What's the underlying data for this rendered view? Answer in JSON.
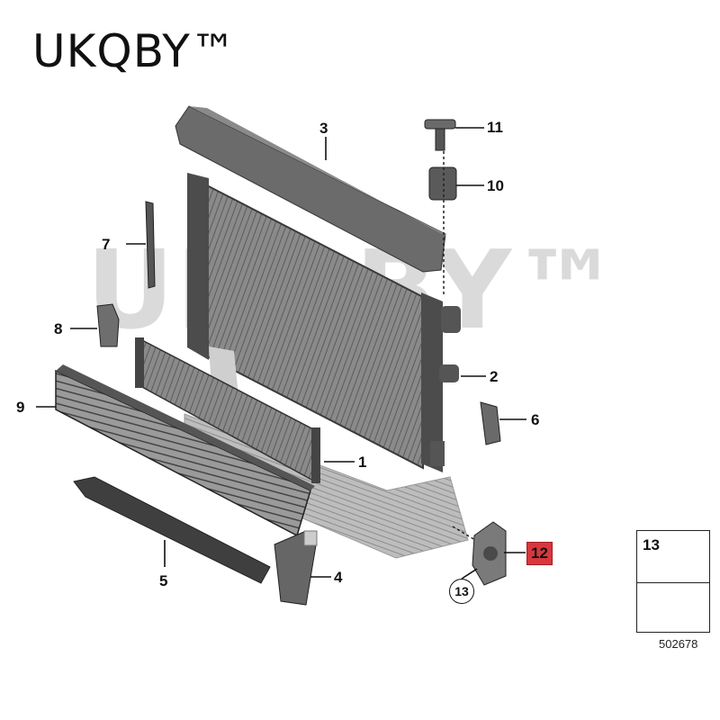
{
  "brand": {
    "text": "UKQBY™"
  },
  "watermark": {
    "text": "UKQBY™"
  },
  "callouts": {
    "c1": "1",
    "c2": "2",
    "c3": "3",
    "c4": "4",
    "c5": "5",
    "c6": "6",
    "c7": "7",
    "c8": "8",
    "c9": "9",
    "c10": "10",
    "c11": "11",
    "c12": "12",
    "c13_ref": "13"
  },
  "legend": {
    "part_number": "13"
  },
  "diagram_code": "502678",
  "colors": {
    "highlight": "#d9363e",
    "part_dark": "#555555",
    "part_light": "#dddddd"
  }
}
